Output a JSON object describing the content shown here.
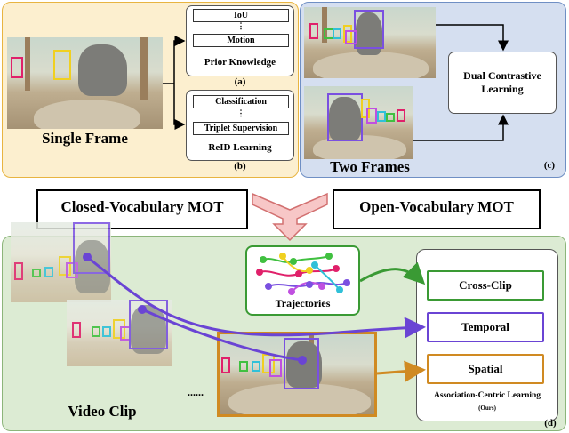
{
  "panel_a": {
    "single_frame": "Single Frame",
    "prior": {
      "item1": "IoU",
      "dots": "⋮",
      "item2": "Motion",
      "title": "Prior Knowledge",
      "tag": "(a)"
    },
    "reid": {
      "item1": "Classification",
      "dots": "⋮",
      "item2": "Triplet Supervision",
      "title": "ReID Learning",
      "tag": "(b)"
    }
  },
  "panel_c": {
    "dual": "Dual Contrastive Learning",
    "two_frames": "Two Frames",
    "tag": "(c)"
  },
  "middle": {
    "closed": "Closed-Vocabulary MOT",
    "open": "Open-Vocabulary MOT"
  },
  "panel_d": {
    "video_clip": "Video Clip",
    "ellipsis": "......",
    "trajectories": "Trajectories",
    "cross_clip": "Cross-Clip",
    "temporal": "Temporal",
    "spatial": "Spatial",
    "assoc_title": "Association-Centric Learning",
    "ours": "(Ours)",
    "tag": "(d)"
  },
  "colors": {
    "yellow": "#e8b440",
    "blue": "#6f8fc4",
    "green": "#8cb57a",
    "cross_clip": "#3a9a34",
    "temporal": "#6a44d4",
    "spatial": "#d08a22",
    "box_red": "#e0206a",
    "box_yellow": "#f0d020",
    "box_purple": "#7a50e0",
    "box_cyan": "#30c0d8",
    "box_green": "#40c040"
  }
}
